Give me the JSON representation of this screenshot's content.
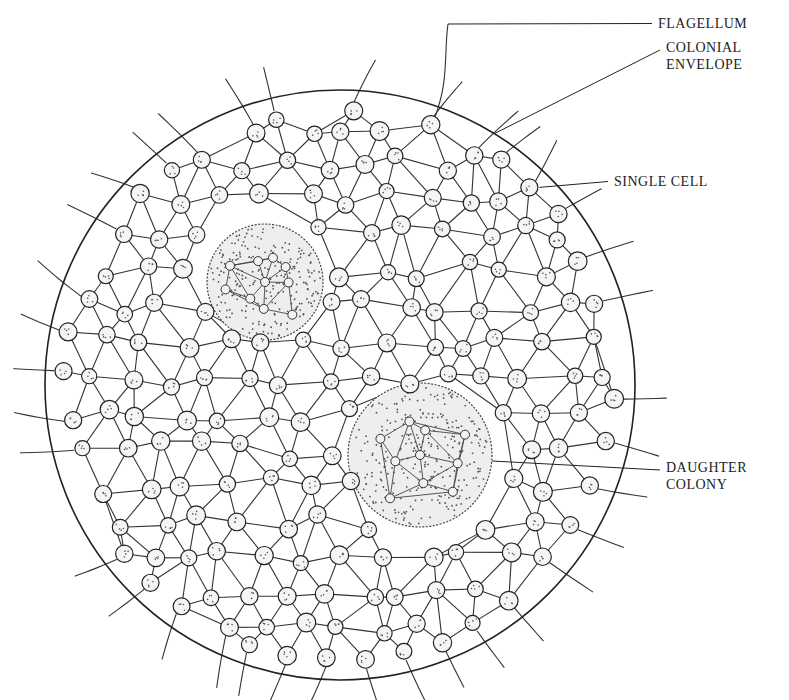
{
  "diagram": {
    "labels": [
      "FLAGELLUM",
      "COLONIAL ENVELOPE",
      "SINGLE CELL",
      "DAUGHTER COLONY"
    ]
  }
}
